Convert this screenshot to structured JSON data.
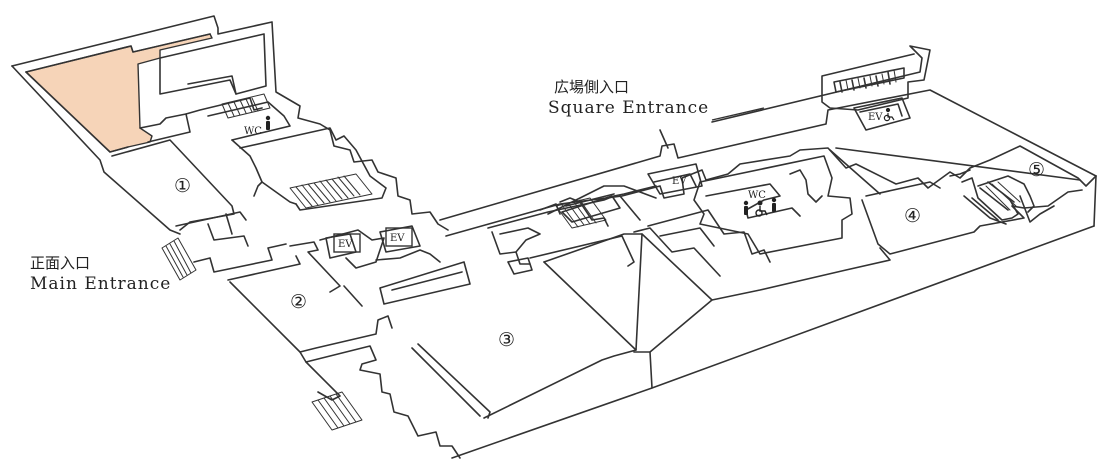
{
  "colors": {
    "wall": "#333333",
    "highlight_room": "#f6d4b8",
    "background": "#ffffff"
  },
  "entrances": {
    "main": {
      "jp": "正面入口",
      "en": "Main Entrance"
    },
    "square": {
      "jp": "広場側入口",
      "en": "Square Entrance"
    }
  },
  "rooms": {
    "r1": "①",
    "r2": "②",
    "r3": "③",
    "r4": "④",
    "r5": "⑤"
  },
  "facilities": {
    "wc": "WC",
    "ev": "EV"
  },
  "icons": [
    "restroom-icon",
    "wheelchair-icon",
    "stairs-icon",
    "elevator-icon"
  ]
}
